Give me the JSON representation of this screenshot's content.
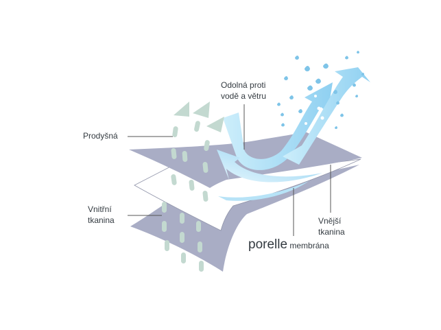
{
  "labels": {
    "breathable": "Prodyšná",
    "waterproof_line1": "Odolná proti",
    "waterproof_line2": "vodě a větru",
    "inner_line1": "Vnitřní",
    "inner_line2": "tkanina",
    "outer_line1": "Vnější",
    "outer_line2": "tkanina",
    "brand": "porelle",
    "brand_sub": "membrána"
  },
  "colors": {
    "outer_fabric": "#a9adc5",
    "inner_fabric": "#a9adc5",
    "membrane": "#ffffff",
    "water_arrow": "#a8dcf5",
    "water_drop": "#7ec4e8",
    "vapor": "#c3d9d0",
    "leader_line": "#555555",
    "text": "#333a40"
  },
  "icons": [
    "water-drop-icon",
    "vapor-arrow-icon",
    "wind-arrow-icon"
  ]
}
